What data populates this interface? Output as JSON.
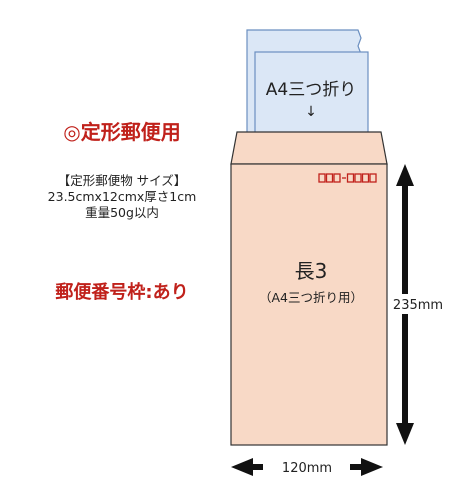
{
  "title": "◎定形郵便用",
  "spec": {
    "heading": "【定形郵便物 サイズ】",
    "size": "23.5cmx12cmx厚さ1cm",
    "weight": "重量50g以内"
  },
  "postal_code_frame": "郵便番号枠:あり",
  "paper": {
    "label": "A4三つ折り",
    "arrow": "↓"
  },
  "envelope": {
    "name": "長3",
    "subtitle": "（A4三つ折り用）",
    "postal_box_count": 7,
    "color": "#f8d9c6",
    "postal_box_color": "#c0211b"
  },
  "dimensions": {
    "height": "235mm",
    "width": "120mm"
  },
  "paper_color": "#dbe7f6"
}
